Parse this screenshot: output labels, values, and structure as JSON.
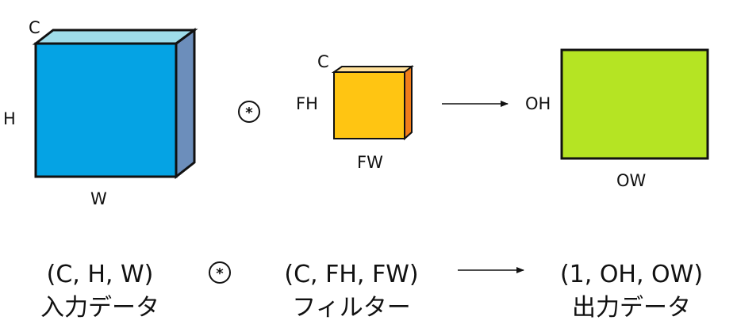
{
  "input": {
    "label_c": "C",
    "label_h": "H",
    "label_w": "W",
    "shape": "(C, H, W)",
    "name": "入力データ",
    "colors": {
      "front": "#05A3E4",
      "top": "#9FDDEA",
      "side": "#6C8EBB"
    }
  },
  "operator": {
    "symbol": "*"
  },
  "filter": {
    "label_c": "C",
    "label_fh": "FH",
    "label_fw": "FW",
    "shape": "(C, FH, FW)",
    "name": "フィルター",
    "colors": {
      "front": "#FFC512",
      "top": "#FFE09A",
      "side": "#F07D1B"
    }
  },
  "output": {
    "label_oh": "OH",
    "label_ow": "OW",
    "shape": "(1, OH, OW)",
    "name": "出力データ",
    "colors": {
      "front": "#B5E423"
    }
  }
}
